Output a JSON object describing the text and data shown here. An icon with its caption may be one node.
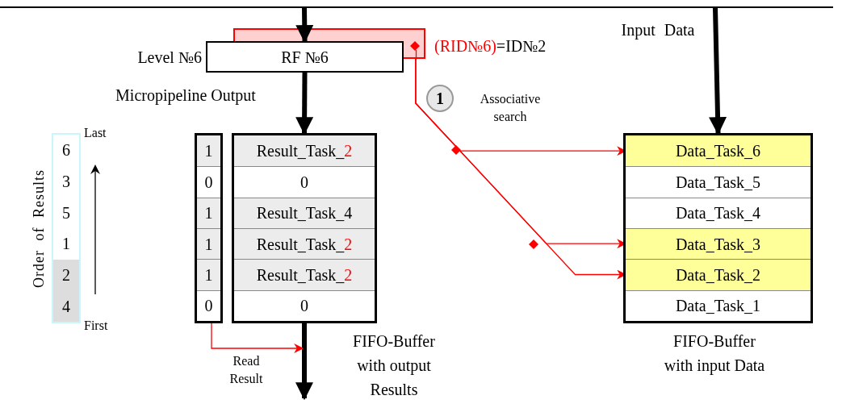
{
  "diagram": {
    "nodes": [
      {
        "text": [],
        "shape": "box",
        "beside": [
          "(RID№6)",
          "=ID№2"
        ]
      },
      {
        "text": [
          "RF №6"
        ],
        "beside": [
          "Level №6"
        ]
      },
      {
        "text": [],
        "shape": "box"
      },
      {
        "text": [
          "1"
        ],
        "in": 2
      },
      {
        "text": [
          "0"
        ],
        "in": 2
      },
      {
        "text": [
          "1"
        ],
        "in": 2
      },
      {
        "text": [
          "1"
        ],
        "in": 2
      },
      {
        "text": [
          "1"
        ],
        "in": 2
      },
      {
        "text": [
          "0"
        ],
        "in": 2
      },
      {
        "text": [],
        "shape": "box",
        "beside": [
          "FIFO-Buffer with output Results"
        ]
      },
      {
        "text": [
          "Result_Task_",
          "2"
        ],
        "in": 9
      },
      {
        "text": [
          "0"
        ],
        "in": 9
      },
      {
        "text": [
          "Result_Task_4"
        ],
        "in": 9
      },
      {
        "text": [
          "Result_Task_",
          "2"
        ],
        "in": 9
      },
      {
        "text": [
          "Result_Task_",
          "2"
        ],
        "in": 9
      },
      {
        "text": [
          "0"
        ],
        "in": 9
      },
      {
        "text": [],
        "shape": "box",
        "beside": [
          "FIFO-Buffer with input Data"
        ]
      },
      {
        "text": [
          "Data_Task_6"
        ],
        "in": 16
      },
      {
        "text": [
          "Data_Task_5"
        ],
        "in": 16
      },
      {
        "text": [
          "Data_Task_4"
        ],
        "in": 16
      },
      {
        "text": [
          "Data_Task_3"
        ],
        "in": 16
      },
      {
        "text": [
          "Data_Task_2"
        ],
        "in": 16
      },
      {
        "text": [
          "Data_Task_1"
        ],
        "in": 16
      },
      {
        "text": [],
        "shape": "box",
        "beside": [
          "Order of Results"
        ]
      },
      {
        "text": [
          "6"
        ],
        "in": 23
      },
      {
        "text": [
          "3"
        ],
        "in": 23
      },
      {
        "text": [
          "5"
        ],
        "in": 23
      },
      {
        "text": [
          "1"
        ],
        "in": 23
      },
      {
        "text": [
          "2"
        ],
        "in": 23
      },
      {
        "text": [
          "4"
        ],
        "in": 23
      },
      {
        "text": [
          "1"
        ]
      }
    ],
    "edges": [
      {
        "from": null,
        "to": 1,
        "arrow": "to",
        "style": "thick"
      },
      {
        "from": 1,
        "to": 9,
        "arrow": "to",
        "style": "thick"
      },
      {
        "from": 9,
        "to": null,
        "arrow": "to",
        "style": "thick"
      },
      {
        "from": null,
        "to": 16,
        "arrow": "to",
        "style": "thick"
      },
      {
        "from": 0,
        "to": 17,
        "arrow": "to",
        "color": "#ff0000"
      },
      {
        "from": 0,
        "to": 20,
        "arrow": "to",
        "color": "#ff0000"
      },
      {
        "from": 0,
        "to": 21,
        "arrow": "to",
        "color": "#ff0000"
      },
      {
        "from": 2,
        "to": null,
        "arrow": "to",
        "color": "#ff0000",
        "label": "Read Result"
      }
    ],
    "labels": [
      "Input Data",
      "Micropipeline Output",
      "Associative search",
      "Last",
      "First"
    ]
  }
}
